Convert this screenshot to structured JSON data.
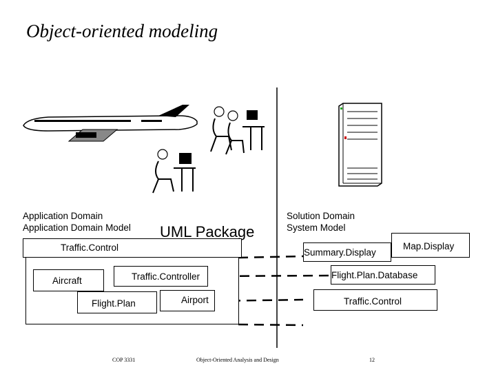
{
  "title": "Object-oriented modeling",
  "application": {
    "heading": "Application Domain",
    "subheading": "Application Domain Model",
    "package": "Traffic.Control",
    "classes": {
      "aircraft": "Aircraft",
      "traffic_controller": "Traffic.Controller",
      "flight_plan": "Flight.Plan",
      "airport": "Airport"
    }
  },
  "uml_label": "UML Package",
  "solution": {
    "heading": "Solution Domain",
    "subheading": "System Model",
    "classes": {
      "summary_display": "Summary.Display",
      "map_display": "Map.Display",
      "flight_plan_database": "Flight.Plan.Database",
      "traffic_control": "Traffic.Control"
    }
  },
  "footer": {
    "course": "COP 3331",
    "subject": "Object-Oriented Analysis and Design",
    "page": "12"
  },
  "icons": [
    "airplane-icon",
    "controllers-icon",
    "controller-icon",
    "server-icon"
  ]
}
